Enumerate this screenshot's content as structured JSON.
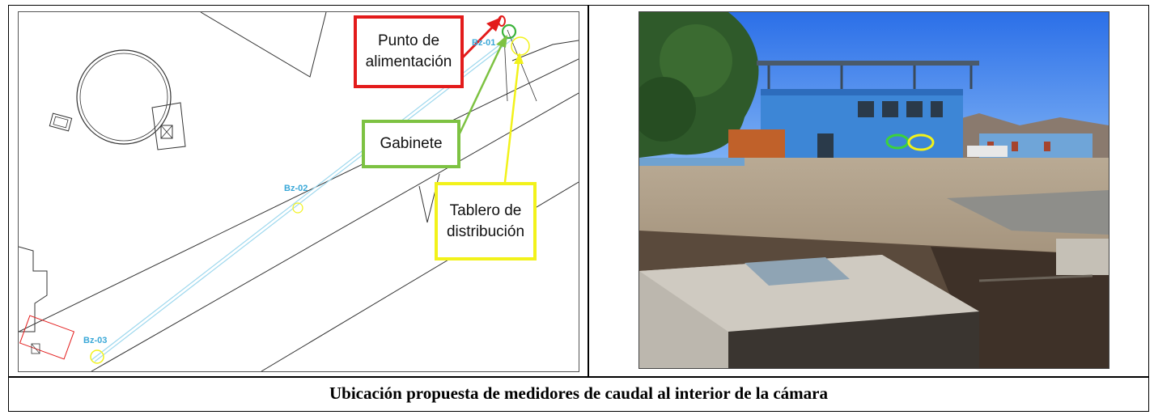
{
  "diagram": {
    "callouts": {
      "feed_point": "Punto de\nalimentación",
      "cabinet": "Gabinete",
      "distribution_board": "Tablero de\ndistribución"
    },
    "labels": [
      "Bz-01",
      "Bz-02",
      "Bz-03"
    ],
    "colors": {
      "feed_point": "#e31b1b",
      "cabinet": "#7dc242",
      "distribution_board": "#f2f21a",
      "pipe": "#9ed8ee"
    }
  },
  "photo": {
    "markers": [
      "green-circle",
      "yellow-circle"
    ]
  },
  "caption": "Ubicación propuesta de medidores de caudal al interior de la cámara"
}
